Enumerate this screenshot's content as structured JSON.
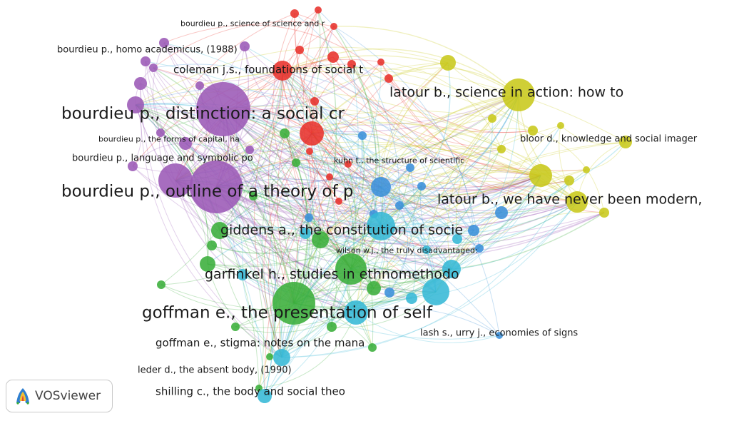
{
  "clusters": {
    "purple": "#9b59b6",
    "red": "#e8312b",
    "yellow": "#c8c81a",
    "blue": "#3a8fd9",
    "green": "#3aae3a",
    "cyan": "#36b8d6"
  },
  "labels": [
    {
      "key": "science_of_science",
      "text": "bourdieu p., science of science and r"
    },
    {
      "key": "homo_academicus",
      "text": "bourdieu p., homo academicus, (1988)"
    },
    {
      "key": "coleman",
      "text": "coleman j.s., foundations of social t"
    },
    {
      "key": "latour_science",
      "text": "latour b., science in action: how to"
    },
    {
      "key": "distinction",
      "text": "bourdieu p., distinction: a social cr"
    },
    {
      "key": "forms_capital",
      "text": "bourdieu p., the forms of capital, ha"
    },
    {
      "key": "bloor",
      "text": "bloor d., knowledge and social imager"
    },
    {
      "key": "language_symbolic",
      "text": "bourdieu p., language and symbolic po"
    },
    {
      "key": "kuhn",
      "text": "kuhn t., the structure of scientific"
    },
    {
      "key": "outline_theory",
      "text": "bourdieu p., outline of a theory of p"
    },
    {
      "key": "latour_modern",
      "text": "latour b., we have never been modern,"
    },
    {
      "key": "giddens",
      "text": "giddens a., the constitution of socie"
    },
    {
      "key": "wilson",
      "text": "wilson w.j., the truly disadvantaged:"
    },
    {
      "key": "garfinkel",
      "text": "garfinkel h., studies in ethnomethodo"
    },
    {
      "key": "goffman_self",
      "text": "goffman e., the presentation of self"
    },
    {
      "key": "lash_urry",
      "text": "lash s., urry j., economies of signs"
    },
    {
      "key": "goffman_stigma",
      "text": "goffman e., stigma: notes on the mana"
    },
    {
      "key": "leder",
      "text": "leder d., the absent body, (1990)"
    },
    {
      "key": "shilling",
      "text": "shilling c., the body and social theo"
    }
  ],
  "brand": {
    "text": "VOSviewer",
    "icon": "vosviewer-logo-icon"
  }
}
